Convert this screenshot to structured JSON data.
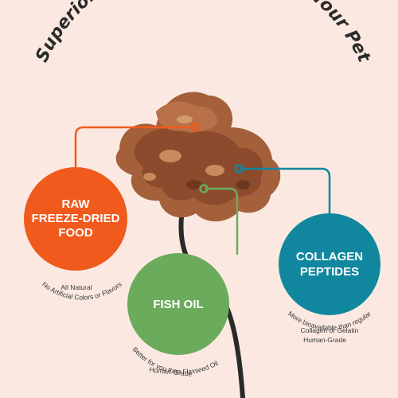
{
  "title": "Superior Ingredients to Benefit Your Pet",
  "colors": {
    "background": "#fbe9e1",
    "title": "#2b2b2b",
    "raw": "#f05a1c",
    "fish": "#6bab5c",
    "collagen": "#10879f",
    "caption": "#3a3a3a"
  },
  "ingredients": {
    "raw": {
      "label_lines": [
        "RAW",
        "FREEZE-DRIED",
        "FOOD"
      ],
      "caption_lines": [
        "No Artificial Colors or Flavors",
        "All Natural"
      ]
    },
    "fish": {
      "label_lines": [
        "FISH OIL"
      ],
      "caption_lines": [
        "Better for you than Flaxseed Oil",
        "Human-Grade"
      ]
    },
    "collagen": {
      "label_lines": [
        "COLLAGEN",
        "PEPTIDES"
      ],
      "caption_lines": [
        "More bioavailable than regular",
        "Collagen or Gelatin",
        "Human-Grade"
      ]
    }
  }
}
